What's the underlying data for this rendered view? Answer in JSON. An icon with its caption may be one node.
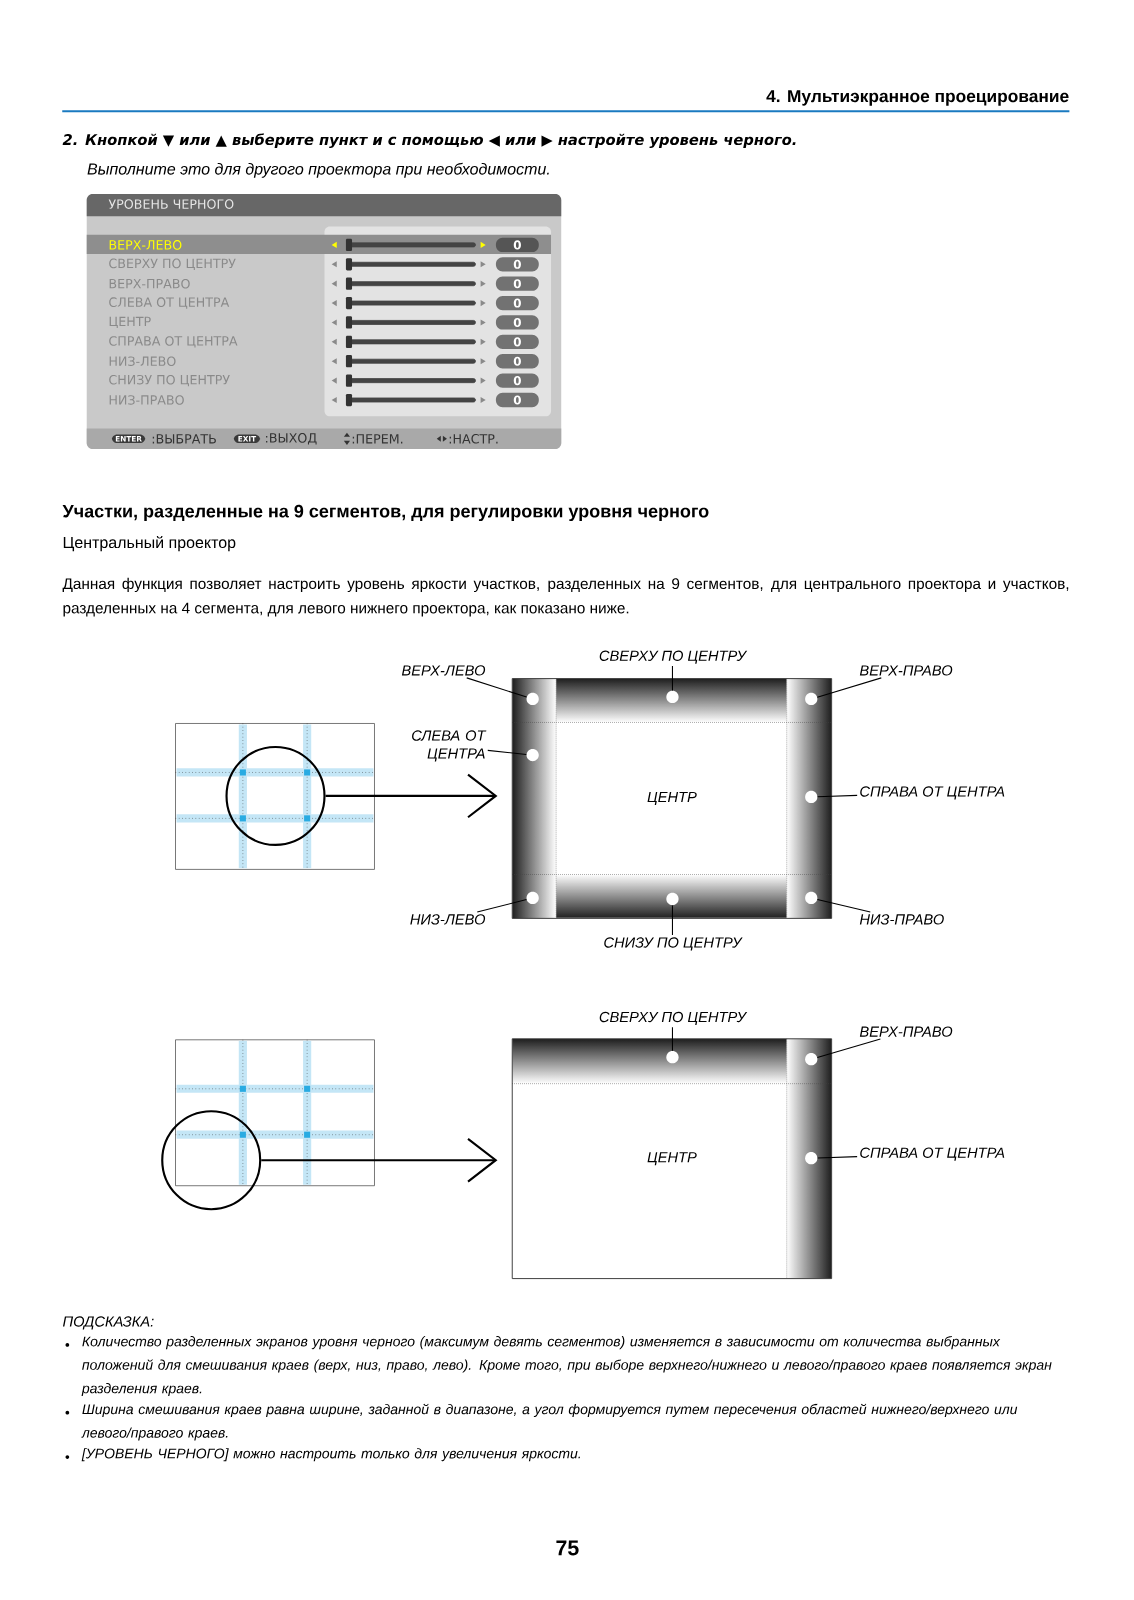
{
  "diagram": {
    "nodes": [
      {
        "text": [
          "ВЕРХ-ЛЕВО"
        ]
      },
      {
        "text": [
          "СВЕРХУ ПО ЦЕНТРУ"
        ]
      },
      {
        "text": [
          "ВЕРХ-ПРАВО"
        ]
      },
      {
        "text": [
          "СЛЕВА ОТ ЦЕНТРА"
        ]
      },
      {
        "text": [],
        "shape": "circle"
      },
      {
        "text": [
          "ЦЕНТР"
        ]
      },
      {
        "text": [],
        "shape": "circle",
        "in": 5
      },
      {
        "text": [],
        "shape": "circle",
        "in": 5
      },
      {
        "text": [],
        "shape": "circle",
        "in": 5
      },
      {
        "text": [],
        "shape": "circle",
        "in": 5
      },
      {
        "text": [],
        "shape": "circle",
        "in": 5
      },
      {
        "text": [],
        "shape": "circle",
        "in": 5
      },
      {
        "text": [],
        "shape": "circle",
        "in": 5
      },
      {
        "text": [],
        "shape": "circle",
        "in": 5
      },
      {
        "text": [
          "СПРАВА ОТ ЦЕНТРА"
        ]
      },
      {
        "text": [
          "НИЗ-ЛЕВО"
        ]
      },
      {
        "text": [
          "СНИЗУ ПО ЦЕНТРУ"
        ]
      },
      {
        "text": [
          "НИЗ-ПРАВО"
        ]
      },
      {
        "text": [
          "СВЕРХУ ПО ЦЕНТРУ"
        ]
      },
      {
        "text": [
          "ВЕРХ-ПРАВО"
        ]
      },
      {
        "text": [],
        "shape": "circle"
      },
      {
        "text": [
          "ЦЕНТР"
        ]
      },
      {
        "text": [],
        "shape": "circle",
        "in": 21
      },
      {
        "text": [],
        "shape": "circle",
        "in": 21
      },
      {
        "text": [],
        "shape": "circle",
        "in": 21
      },
      {
        "text": [
          "СПРАВА ОТ ЦЕНТРА"
        ]
      }
    ],
    "edges": [
      {
        "from": 4,
        "to": 5,
        "arrow": "to"
      },
      {
        "from": 0,
        "to": 6,
        "arrow": "none"
      },
      {
        "from": 1,
        "to": 7,
        "arrow": "none"
      },
      {
        "from": 2,
        "to": 8,
        "arrow": "none"
      },
      {
        "from": 3,
        "to": 9,
        "arrow": "none"
      },
      {
        "from": 14,
        "to": 10,
        "arrow": "none"
      },
      {
        "from": 15,
        "to": 11,
        "arrow": "none"
      },
      {
        "from": 16,
        "to": 12,
        "arrow": "none"
      },
      {
        "from": 17,
        "to": 13,
        "arrow": "none"
      },
      {
        "from": 20,
        "to": 21,
        "arrow": "to"
      },
      {
        "from": 18,
        "to": 22,
        "arrow": "none"
      },
      {
        "from": 19,
        "to": 23,
        "arrow": "none"
      },
      {
        "from": 25,
        "to": 24,
        "arrow": "none"
      }
    ],
    "labels": [
      "4. Мультиэкранное проецирование",
      "2. Кнопкой ▼ или ▲ выберите пункт и с помощью ◀ или ▶ настройте уровень черного.",
      "Выполните это для другого проектора при необходимости.",
      "УРОВЕНЬ ЧЕРНОГО",
      "ВЕРХ-ЛЕВО",
      "0",
      "СВЕРХУ ПО ЦЕНТРУ",
      "0",
      "ВЕРХ-ПРАВО",
      "0",
      "СЛЕВА ОТ ЦЕНТРА",
      "0",
      "ЦЕНТР",
      "0",
      "СПРАВА ОТ ЦЕНТРА",
      "0",
      "НИЗ-ЛЕВО",
      "0",
      "СНИЗУ ПО ЦЕНТРУ",
      "0",
      "НИЗ-ПРАВО",
      "0",
      "ENTER",
      ":ВЫБРАТЬ",
      "EXIT",
      ":ВЫХОД",
      ":ПЕРЕМ.",
      ":НАСТР.",
      "Участки, разделенные на 9 сегментов, для регулировки уровня черного",
      "Центральный проектор",
      "Данная функция позволяет настроить уровень яркости участков, разделенных на 9 сегментов, для центрального проектора и участков, разделенных на 4 сегмента, для левого нижнего проектора, как показано ниже.",
      "ПОДСКАЗКА:",
      "Количество разделенных экранов уровня черного (максимум девять сегментов) изменяется в зависимости от количества выбранных положений для смешивания краев (верх, низ, право, лево). Кроме того, при выборе верхнего/нижнего и левого/правого краев появляется экран разделения краев.",
      "Ширина смешивания краев равна ширине, заданной в диапазоне, а угол формируется путем пересечения областей нижнего/верхнего или левого/правого краев.",
      "[УРОВЕНЬ ЧЕРНОГО] можно настроить только для увеличения яркости.",
      "75"
    ]
  }
}
